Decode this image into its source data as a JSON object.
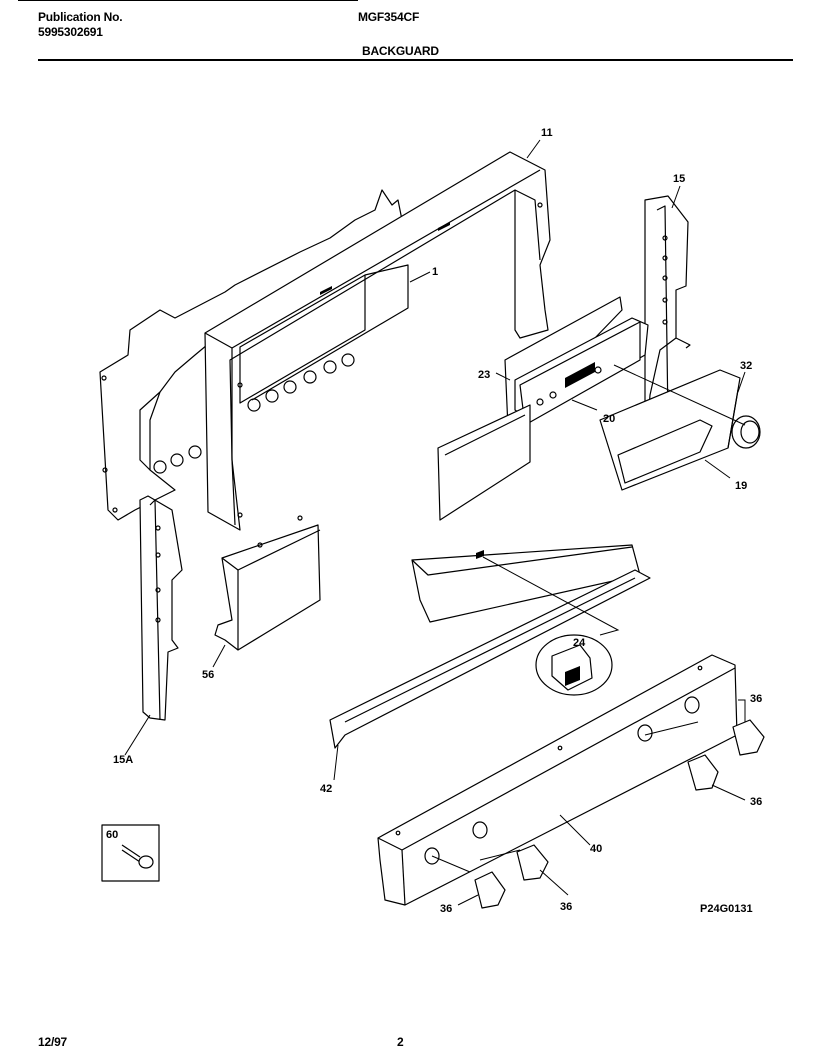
{
  "header": {
    "publication_label": "Publication No.",
    "publication_number": "5995302691",
    "model": "MGF354CF",
    "section_title": "BACKGUARD"
  },
  "callouts": {
    "c11": "11",
    "c1": "1",
    "c15": "15",
    "c23": "23",
    "c32": "32",
    "c20": "20",
    "c19": "19",
    "c24": "24",
    "c56": "56",
    "c36a": "36",
    "c36b": "36",
    "c36c": "36",
    "c36d": "36",
    "c15a": "15A",
    "c42": "42",
    "c40": "40",
    "c60": "60"
  },
  "drawing_code": "P24G0131",
  "footer": {
    "date": "12/97",
    "page_number": "2"
  }
}
